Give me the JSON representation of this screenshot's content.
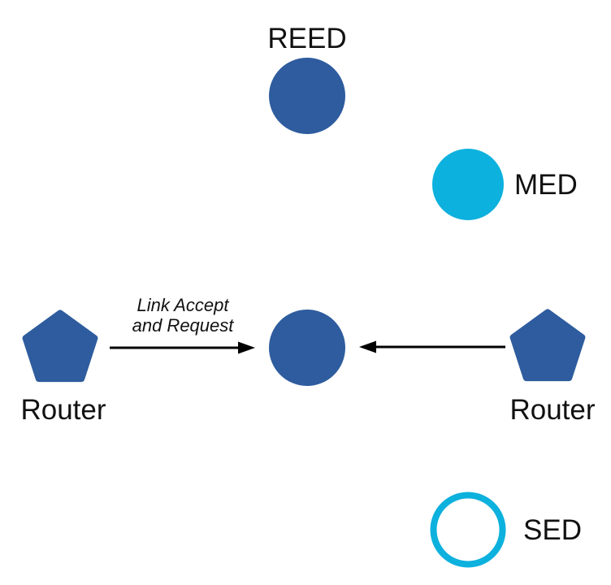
{
  "diagram": {
    "nodes": {
      "reed": {
        "label": "REED",
        "shape": "circle-filled"
      },
      "med": {
        "label": "MED",
        "shape": "circle-filled"
      },
      "center": {
        "label": "",
        "shape": "circle-filled"
      },
      "router_left": {
        "label": "Router",
        "shape": "pentagon"
      },
      "router_right": {
        "label": "Router",
        "shape": "pentagon"
      },
      "sed": {
        "label": "SED",
        "shape": "circle-outline"
      }
    },
    "edge_label": {
      "line1": "Link Accept",
      "line2": "and Request"
    },
    "colors": {
      "node_blue": "#2E5C9E",
      "node_cyan": "#0DB1DD",
      "arrow": "#000000",
      "text": "#111111"
    }
  }
}
